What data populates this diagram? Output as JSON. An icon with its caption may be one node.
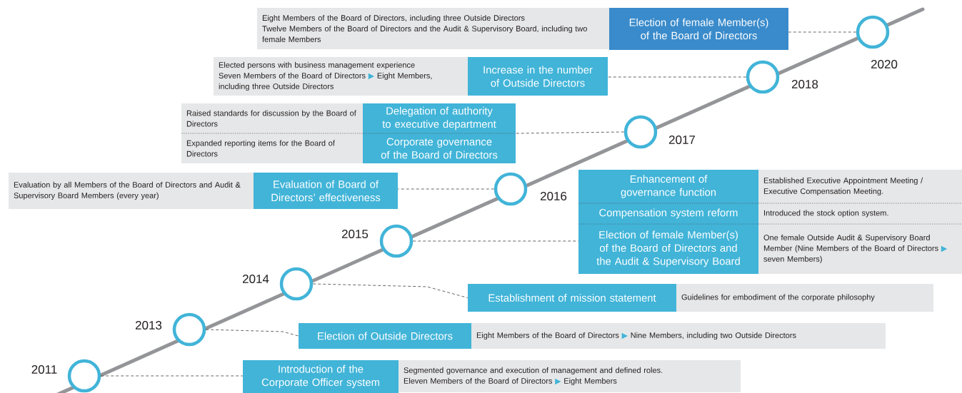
{
  "diagram": {
    "nodes": [
      {
        "text": [
          "Eight Members of the Board of Directors, including three Outside Directors",
          "Twelve Members of the Board of Directors and the Audit & Supervisory Board, including two female Members"
        ]
      },
      {
        "text": [
          "Election of female Member(s) of the Board of Directors"
        ]
      },
      {
        "text": [],
        "shape": "circle",
        "beside": [
          "2020"
        ]
      },
      {
        "text": [
          "Elected persons with business management experience",
          "Seven Members of the Board of Directors ▶ Eight Members, including three Outside Directors"
        ]
      },
      {
        "text": [
          "Increase in the number of Outside Directors"
        ]
      },
      {
        "text": [],
        "shape": "circle",
        "beside": [
          "2018"
        ]
      },
      {
        "text": [
          "Raised standards for discussion by the Board of Directors"
        ]
      },
      {
        "text": [
          "Delegation of authority to executive department"
        ]
      },
      {
        "text": [
          "Expanded reporting items for the Board of Directors"
        ]
      },
      {
        "text": [
          "Corporate governance of the Board of Directors"
        ]
      },
      {
        "text": [],
        "shape": "circle",
        "beside": [
          "2017"
        ]
      },
      {
        "text": [
          "Evaluation by all Members of the Board of Directors and Audit & Supervisory Board Members (every year)"
        ]
      },
      {
        "text": [
          "Evaluation of Board of Directors’ effectiveness"
        ]
      },
      {
        "text": [],
        "shape": "circle",
        "beside": [
          "2016"
        ]
      },
      {
        "text": [
          "Enhancement of governance function"
        ]
      },
      {
        "text": [
          "Established Executive Appointment Meeting / Executive Compensation Meeting."
        ]
      },
      {
        "text": [
          "Compensation system reform"
        ]
      },
      {
        "text": [
          "Introduced the stock option system."
        ]
      },
      {
        "text": [
          "Election of female Member(s) of the Board of Directors and the Audit & Supervisory Board"
        ]
      },
      {
        "text": [
          "One female Outside Audit & Supervisory Board Member (Nine Members of the Board of Directors ▶ seven Members)"
        ]
      },
      {
        "text": [],
        "shape": "circle",
        "beside": [
          "2015"
        ]
      },
      {
        "text": [],
        "shape": "circle",
        "beside": [
          "2014"
        ]
      },
      {
        "text": [
          "Establishment of mission statement"
        ]
      },
      {
        "text": [
          "Guidelines for embodiment of the corporate philosophy"
        ]
      },
      {
        "text": [],
        "shape": "circle",
        "beside": [
          "2013"
        ]
      },
      {
        "text": [
          "Election of Outside Directors"
        ]
      },
      {
        "text": [
          "Eight Members of the Board of Directors ▶ Nine Members, including two Outside Directors"
        ]
      },
      {
        "text": [],
        "shape": "circle",
        "beside": [
          "2011"
        ]
      },
      {
        "text": [
          "Introduction of the Corporate Officer system"
        ]
      },
      {
        "text": [
          "Segmented governance and execution of management and defined roles.",
          "Eleven Members of the Board of Directors ▶ Eight Members"
        ]
      }
    ],
    "edges": [
      {
        "from": 2,
        "to": 1,
        "arrow": "none",
        "style": "dashed"
      },
      {
        "from": 5,
        "to": 4,
        "arrow": "none",
        "style": "dashed"
      },
      {
        "from": 10,
        "to": 7,
        "arrow": "none",
        "style": "dashed"
      },
      {
        "from": 10,
        "to": 9,
        "arrow": "none",
        "style": "dashed"
      },
      {
        "from": 13,
        "to": 12,
        "arrow": "none",
        "style": "dashed"
      },
      {
        "from": 20,
        "to": 18,
        "arrow": "none",
        "style": "dashed"
      },
      {
        "from": 21,
        "to": 22,
        "arrow": "none",
        "style": "dashed"
      },
      {
        "from": 24,
        "to": 25,
        "arrow": "none",
        "style": "dashed"
      },
      {
        "from": 27,
        "to": 28,
        "arrow": "none",
        "style": "dashed"
      }
    ]
  }
}
